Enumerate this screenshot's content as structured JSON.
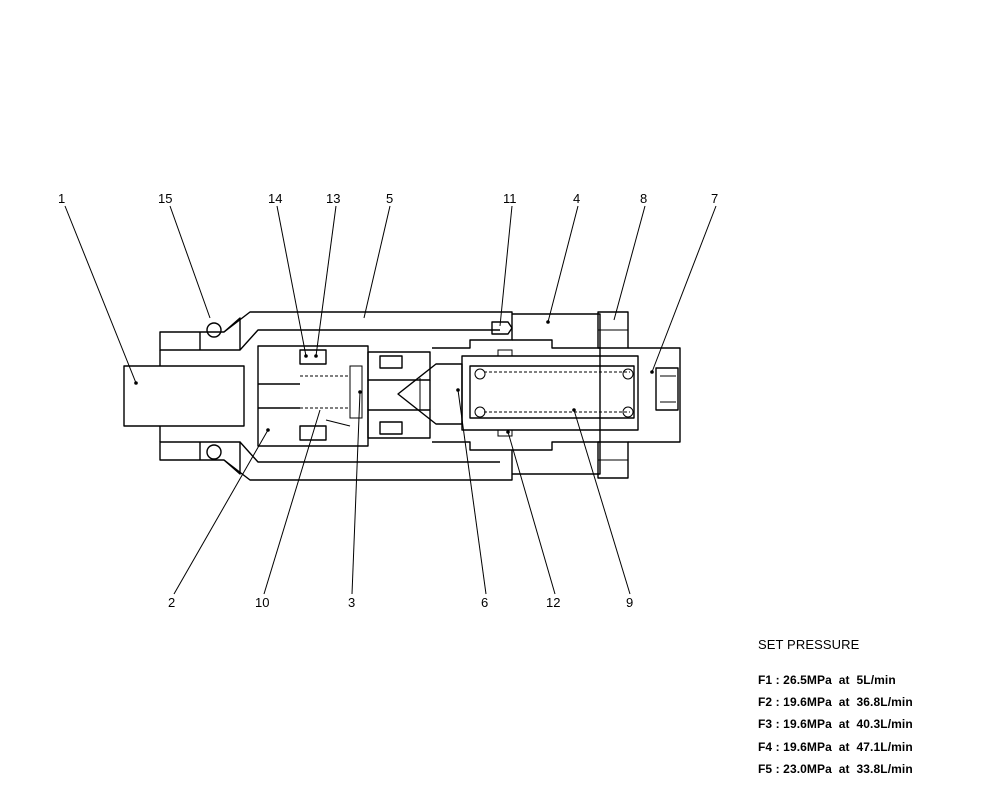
{
  "part_labels": [
    "1",
    "2",
    "3",
    "4",
    "5",
    "6",
    "7",
    "8",
    "9",
    "10",
    "11",
    "12",
    "13",
    "14",
    "15"
  ],
  "set_pressure": {
    "title": "SET PRESSURE",
    "lines": [
      "F1 : 26.5MPa  at  5L/min",
      "F2 : 19.6MPa  at  36.8L/min",
      "F3 : 19.6MPa  at  40.3L/min",
      "F4 : 19.6MPa  at  47.1L/min",
      "F5 : 23.0MPa  at  33.8L/min"
    ]
  }
}
